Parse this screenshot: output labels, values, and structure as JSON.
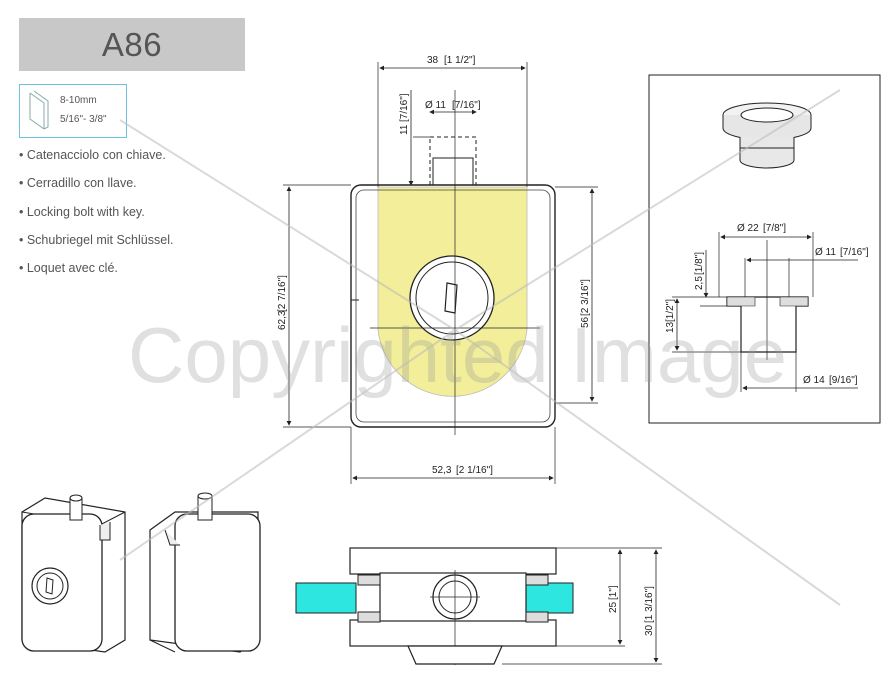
{
  "product": {
    "code": "A86"
  },
  "glass_thickness": {
    "metric": "8-10mm",
    "imperial": "5/16\"- 3/8\""
  },
  "descriptions": [
    "• Catenacciolo con chiave.",
    "• Cerradillo con llave.",
    "• Locking bolt with key.",
    "• Schubriegel mit Schlüssel.",
    "• Loquet avec clé."
  ],
  "dimensions": {
    "top_width": "38",
    "top_width_in": "1 1/2\"",
    "bolt_diameter": "Ø 11",
    "bolt_diameter_in": "7/16\"",
    "bolt_height": "11",
    "bolt_height_in": "7/16\"",
    "body_height": "62,3",
    "body_height_in": "2 7/16\"",
    "side_height": "56",
    "side_height_in": "2 3/16\"",
    "bottom_width": "52,3",
    "bottom_width_in": "2 1/16\"",
    "bottom_h1": "25",
    "bottom_h1_in": "1\"",
    "bottom_h2": "30",
    "bottom_h2_in": "1 3/16\"",
    "cap_d22": "Ø 22",
    "cap_d22_in": "7/8\"",
    "cap_d11": "Ø 11",
    "cap_d11_in": "7/16\"",
    "cap_d14": "Ø 14",
    "cap_d14_in": "9/16\"",
    "cap_h25": "2,5",
    "cap_h25_in": "1/8\"",
    "cap_h13": "13",
    "cap_h13_in": "1/2\""
  },
  "watermark": "Copyrighted Image",
  "colors": {
    "highlight_yellow": "#f2ee9a",
    "glass_cyan": "#2ee6e0",
    "metal_grey": "#e6e6e6",
    "line": "#222222"
  }
}
